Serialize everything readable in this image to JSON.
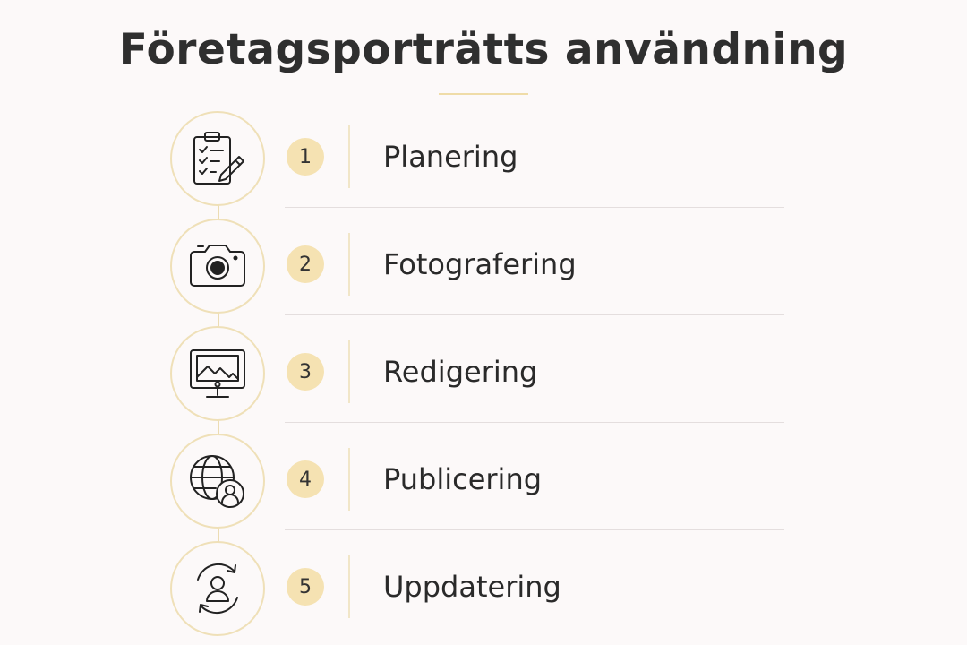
{
  "title": "Företagsporträtts användning",
  "colors": {
    "background": "#fcf9f9",
    "accent": "#f5e2b2",
    "circle_border": "#efe0b8",
    "text": "#2a2a2a"
  },
  "steps": [
    {
      "number": "1",
      "label": "Planering",
      "icon": "clipboard-checklist-pencil-icon"
    },
    {
      "number": "2",
      "label": "Fotografering",
      "icon": "camera-icon"
    },
    {
      "number": "3",
      "label": "Redigering",
      "icon": "monitor-image-icon"
    },
    {
      "number": "4",
      "label": "Publicering",
      "icon": "globe-user-icon"
    },
    {
      "number": "5",
      "label": "Uppdatering",
      "icon": "user-refresh-icon"
    }
  ]
}
